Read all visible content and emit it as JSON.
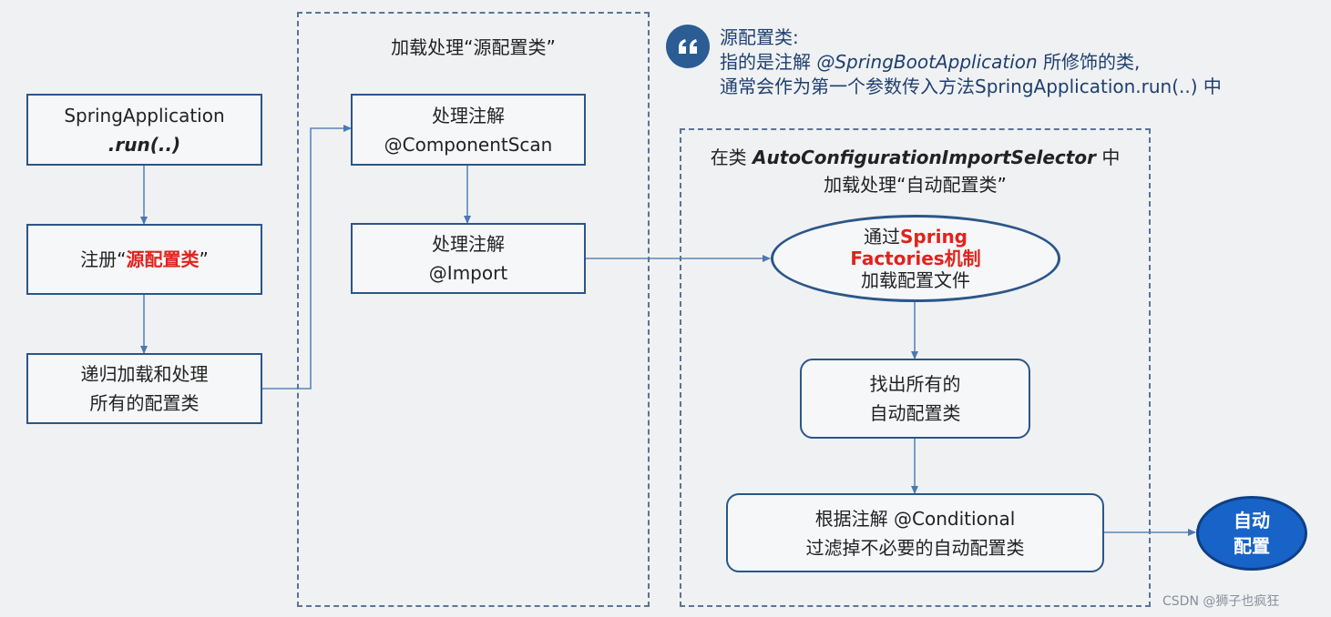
{
  "note": {
    "icon": "quote-icon",
    "title": "源配置类:",
    "line2_prefix": "指的是注解",
    "line2_annotation": "@SpringBootApplication",
    "line2_suffix": "所修饰的类,",
    "line3": "通常会作为第一个参数传入方法SpringApplication.run(..) 中"
  },
  "left": {
    "box1_line1": "SpringApplication",
    "box1_line2": ".run(..)",
    "box2_prefix": "注册“",
    "box2_highlight": "源配置类",
    "box2_suffix": "”",
    "box3_line1": "递归加载和处理",
    "box3_line2": "所有的配置类"
  },
  "middle": {
    "title": "加载处理“源配置类”",
    "box1_line1": "处理注解",
    "box1_line2": "@ComponentScan",
    "box2_line1": "处理注解",
    "box2_line2": "@Import"
  },
  "right": {
    "title_prefix": "在类",
    "title_class": "AutoConfigurationImportSelector",
    "title_suffix": "中",
    "title_line2": "加载处理“自动配置类”",
    "ellipse_prefix": "通过",
    "ellipse_red1": "Spring",
    "ellipse_red2": "Factories机制",
    "ellipse_line3": "加载配置文件",
    "box1_line1": "找出所有的",
    "box1_line2": "自动配置类",
    "box2_line1": "根据注解 @Conditional",
    "box2_line2": "过滤掉不必要的自动配置类"
  },
  "result": {
    "line1": "自动",
    "line2": "配置"
  },
  "watermark": "CSDN @狮子也疯狂"
}
